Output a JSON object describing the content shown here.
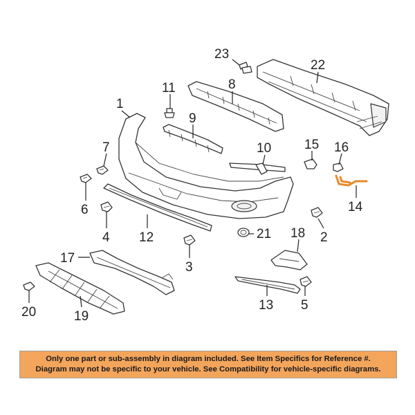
{
  "callouts": {
    "c1": "1",
    "c2": "2",
    "c3": "3",
    "c4": "4",
    "c5": "5",
    "c6": "6",
    "c7": "7",
    "c8": "8",
    "c9": "9",
    "c10": "10",
    "c11": "11",
    "c12": "12",
    "c13": "13",
    "c14": "14",
    "c15": "15",
    "c16": "16",
    "c17": "17",
    "c18": "18",
    "c19": "19",
    "c20": "20",
    "c21": "21",
    "c22": "22",
    "c23": "23"
  },
  "disclaimer": {
    "line1": "Only one part or sub-assembly in diagram included. See Item Specifics for Reference #.",
    "line2": "Diagram may not be specific to your vehicle. See Compatibility for vehicle-specific diagrams."
  },
  "colors": {
    "highlight": "#e8892b",
    "disclaimer_background": "#f3a55c"
  }
}
